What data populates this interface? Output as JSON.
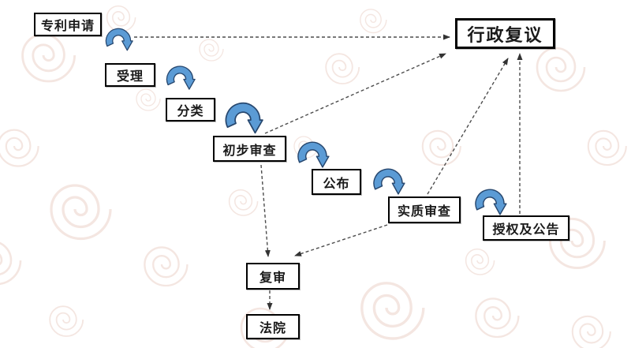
{
  "diagram": {
    "nodes": {
      "patent_application": "专利申请",
      "acceptance": "受理",
      "classification": "分类",
      "preliminary_exam": "初步审查",
      "publication": "公布",
      "substantive_exam": "实质审查",
      "grant_announcement": "授权及公告",
      "administrative_review": "行政复议",
      "reexamination": "复审",
      "court": "法院"
    },
    "colors": {
      "flow_arrow_fill": "#5b9bd5",
      "flow_arrow_outline": "#27476e",
      "node_border": "#000000",
      "dashed_connector": "#4d4d4d",
      "background_swirl": "#f4e6e1",
      "background": "#ffffff"
    }
  }
}
